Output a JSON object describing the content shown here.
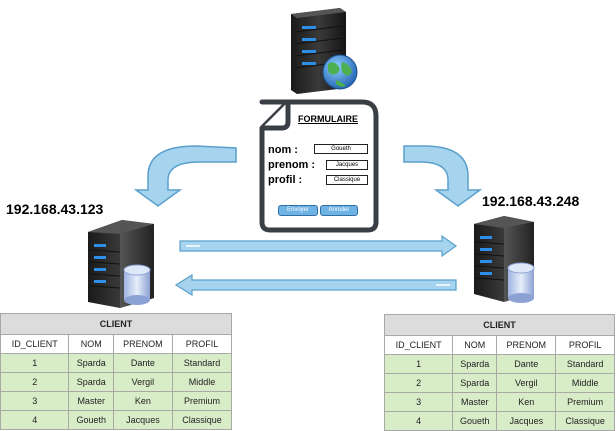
{
  "form": {
    "title": "FORMULAIRE",
    "fields": [
      {
        "label": "nom :",
        "value": "Goueth"
      },
      {
        "label": "prenom :",
        "value": "Jacques"
      },
      {
        "label": "profil :",
        "value": "Classique"
      }
    ],
    "buttons": {
      "submit": "Envoyer",
      "cancel": "Annuler"
    }
  },
  "servers": {
    "left_ip": "192.168.43.123",
    "right_ip": "192.168.43.248"
  },
  "tables": {
    "title": "CLIENT",
    "columns": [
      "ID_CLIENT",
      "NOM",
      "PRENOM",
      "PROFIL"
    ],
    "rows": [
      [
        "1",
        "Sparda",
        "Dante",
        "Standard"
      ],
      [
        "2",
        "Sparda",
        "Vergil",
        "Middle"
      ],
      [
        "3",
        "Master",
        "Ken",
        "Premium"
      ],
      [
        "4",
        "Goueth",
        "Jacques",
        "Classique"
      ]
    ]
  },
  "colors": {
    "arrow_fill": "#a6d4ef",
    "arrow_stroke": "#5aa0cc",
    "row_green": "#d8ecc8",
    "header_gray": "#dcdcdc",
    "button_blue": "#6fb3e4"
  }
}
